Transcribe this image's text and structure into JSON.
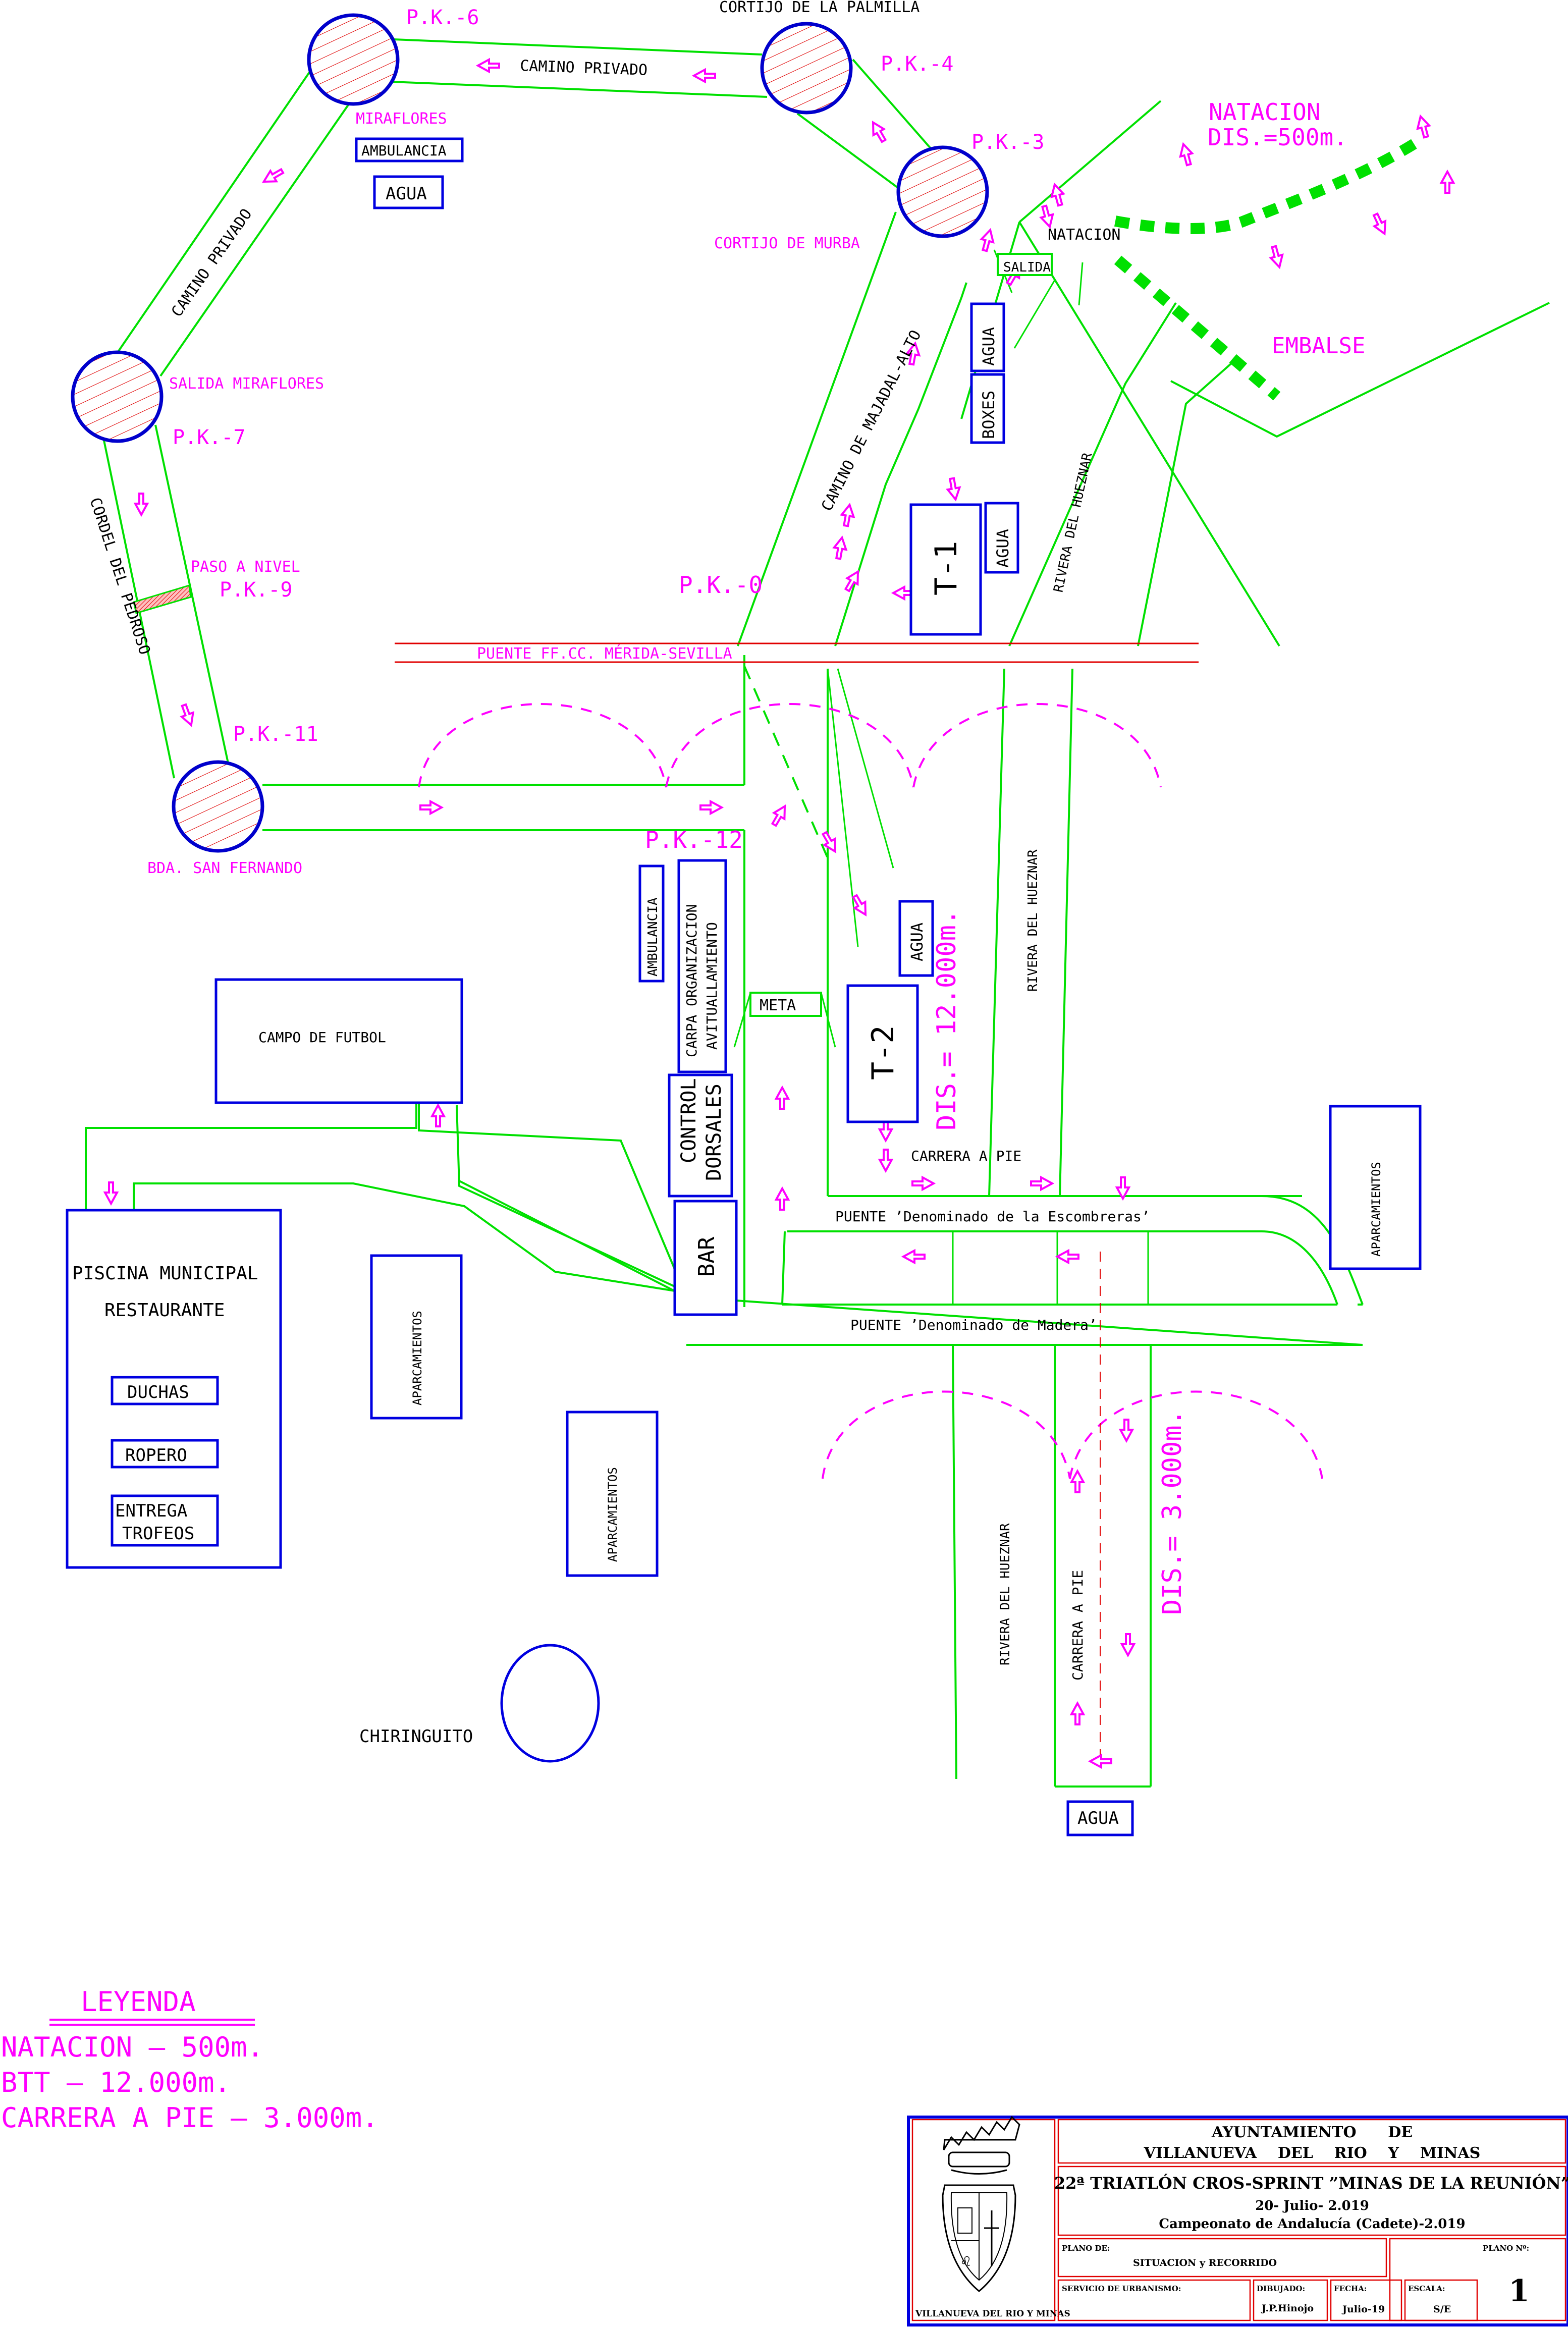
{
  "map": {
    "waypoints": [
      {
        "id": "pk-6",
        "label": "P.K.-6",
        "place": "MIRAFLORES"
      },
      {
        "id": "pk-4",
        "label": "P.K.-4",
        "place": "CORTIJO DE LA PALMILLA"
      },
      {
        "id": "pk-3",
        "label": "P.K.-3",
        "place": "CORTIJO DE MURBA"
      },
      {
        "id": "pk-7",
        "label": "P.K.-7",
        "place": "SALIDA MIRAFLORES"
      },
      {
        "id": "pk-9",
        "label": "P.K.-9",
        "place": "PASO A NIVEL"
      },
      {
        "id": "pk-11",
        "label": "P.K.-11",
        "place": "BDA. SAN FERNANDO"
      },
      {
        "id": "pk-0",
        "label": "P.K.-0",
        "place": ""
      },
      {
        "id": "pk-12",
        "label": "P.K.-12",
        "place": ""
      }
    ],
    "roads": {
      "camino_privado_top": "CAMINO PRIVADO",
      "camino_privado_left": "CAMINO PRIVADO",
      "cordel": "CORDEL DEL PEDROSO",
      "majadal": "CAMINO DE MAJADAL-ALTO",
      "rivera_1": "RIVERA DEL HUEZNAR",
      "rivera_2": "RIVERA DEL HUEZNAR",
      "rivera_3": "RIVERA DEL HUEZNAR",
      "railway": "PUENTE FF.CC. MÉRIDA-SEVILLA",
      "puente_escombreras": "PUENTE ’Denominado de la Escombreras’",
      "puente_madera": "PUENTE ’Denominado de Madera’",
      "carrera_h": "CARRERA A PIE",
      "carrera_v": "CARRERA A PIE"
    },
    "swim": {
      "title": "NATACION",
      "distance": "DIS.=500m.",
      "start_label": "NATACION",
      "exit_label": "SALIDA",
      "reservoir": "EMBALSE"
    },
    "facilities": {
      "ambulancia_top": "AMBULANCIA",
      "agua_top": "AGUA",
      "agua_transition": "AGUA",
      "boxes": "BOXES",
      "t1": "T-1",
      "agua_t1": "AGUA",
      "ambulancia_mid": "AMBULANCIA",
      "carpa_1": "CARPA ORGANIZACION",
      "carpa_2": "AVITUALLAMIENTO",
      "meta": "META",
      "control_1": "CONTROL",
      "control_2": "DORSALES",
      "bar": "BAR",
      "t2": "T-2",
      "agua_t2": "AGUA",
      "campo": "CAMPO DE FUTBOL",
      "piscina_1": "PISCINA MUNICIPAL",
      "piscina_2": "RESTAURANTE",
      "duchas": "DUCHAS",
      "ropero": "ROPERO",
      "entrega_1": "ENTREGA",
      "entrega_2": "TROFEOS",
      "aparcamientos_1": "APARCAMIENTOS",
      "aparcamientos_2": "APARCAMIENTOS",
      "aparcamientos_3": "APARCAMIENTOS",
      "chiringuito": "CHIRINGUITO",
      "agua_bottom": "AGUA"
    },
    "distances": {
      "btt": "DIS.= 12.000m.",
      "run": "DIS.= 3.000m."
    }
  },
  "legend": {
    "title": "LEYENDA",
    "items": [
      {
        "label": "NATACION",
        "value": "500m.",
        "text": "NATACION  –  500m."
      },
      {
        "label": "BTT",
        "value": "12.000m.",
        "text": "BTT  –  12.000m."
      },
      {
        "label": "CARRERA A PIE",
        "value": "3.000m.",
        "text": "CARRERA A PIE  –  3.000m."
      }
    ]
  },
  "title_block": {
    "crest_caption": "VILLANUEVA DEL RIO Y MINAS",
    "authority_line1": "AYUNTAMIENTO      DE",
    "authority_line2": "VILLANUEVA    DEL    RIO    Y    MINAS",
    "event_title": "22ª TRIATLÓN CROS-SPRINT ”MINAS DE LA REUNIÓN”",
    "event_date": "20- Julio- 2.019",
    "event_subtitle": "Campeonato de Andalucía (Cadete)-2.019",
    "plano_de_label": "PLANO DE:",
    "plano_de_value": "SITUACION y RECORRIDO",
    "plano_no_label": "PLANO Nº:",
    "plano_no_value": "1",
    "servicio_label": "SERVICIO DE URBANISMO:",
    "dibujado_label": "DIBUJADO:",
    "dibujado_value": "J.P.Hinojo",
    "fecha_label": "FECHA:",
    "fecha_value": "Julio-19",
    "escala_label": "ESCALA:",
    "escala_value": "S/E"
  },
  "colors": {
    "road": "#00e000",
    "label_accent": "#ff00ff",
    "structure": "#0000e0",
    "rail": "#e00000"
  }
}
